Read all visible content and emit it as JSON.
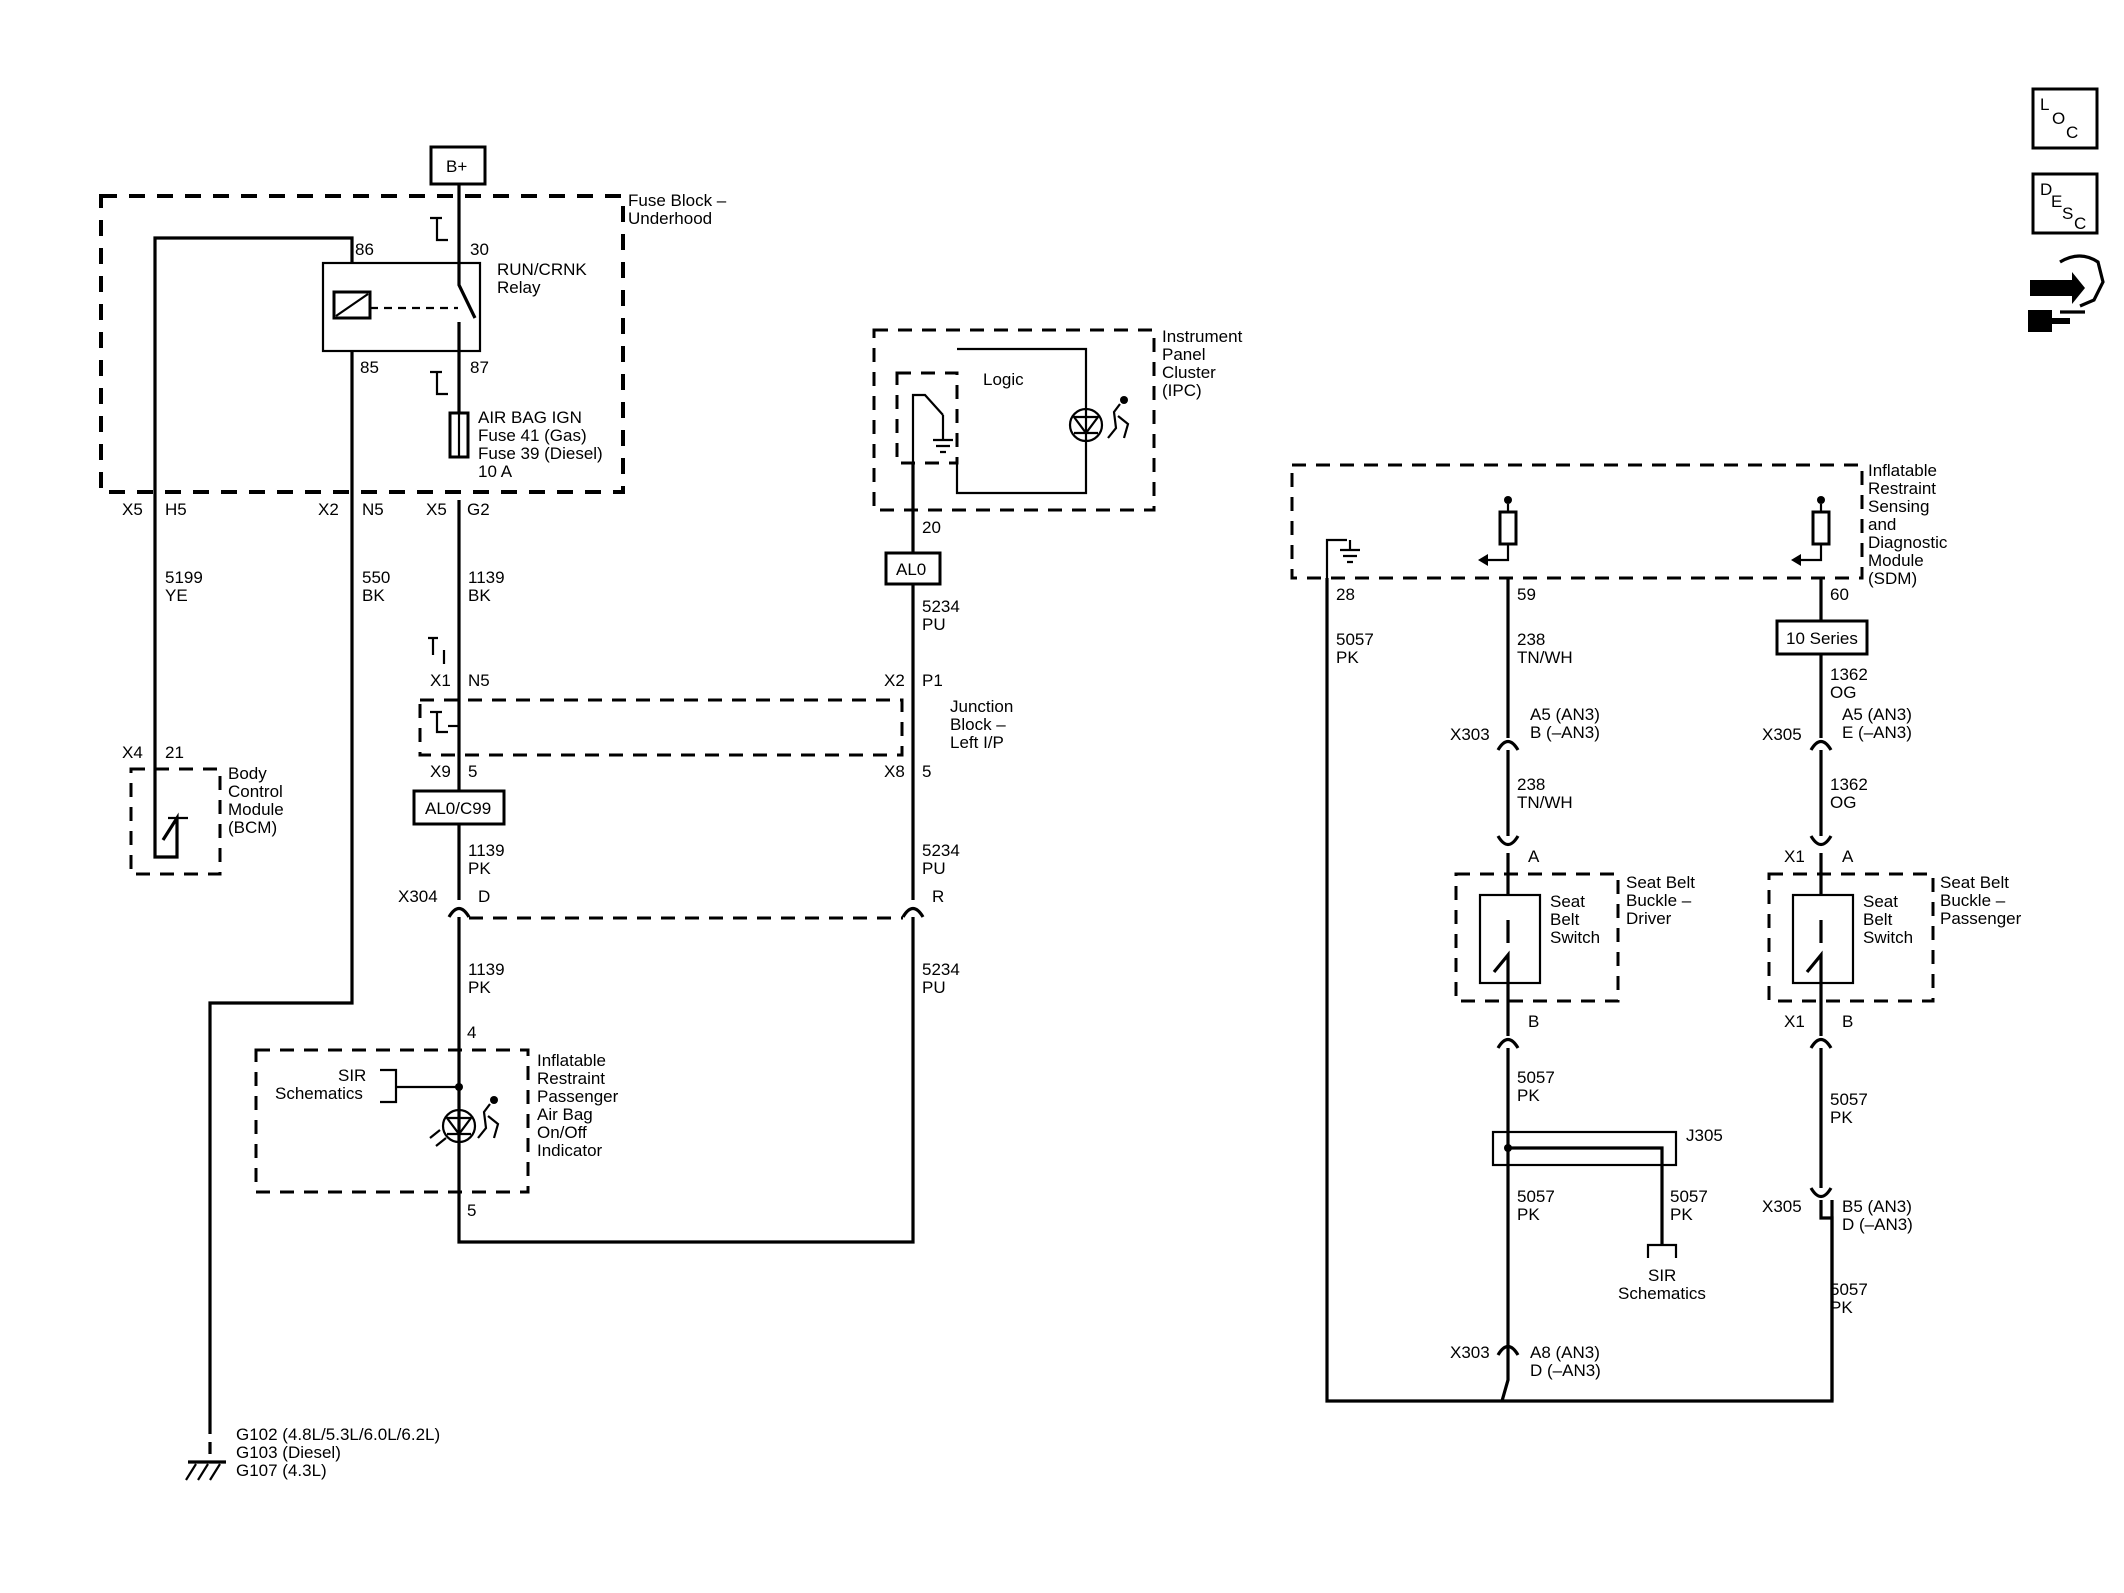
{
  "side_icons": {
    "loc": {
      "main": "L",
      "sub": "O",
      "sub2": "C"
    },
    "desc": {
      "main": "D",
      "sub": "E",
      "sub2": "S",
      "sub3": "C"
    },
    "nav": "navigation-icon"
  },
  "power": "B+",
  "fuse_block": {
    "name_l1": "Fuse Block –",
    "name_l2": "Underhood"
  },
  "relay": {
    "name_l1": "RUN/CRNK",
    "name_l2": "Relay",
    "p86": "86",
    "p85": "85",
    "p30": "30",
    "p87": "87"
  },
  "fuse": {
    "l1": "AIR BAG IGN",
    "l2": "Fuse 41 (Gas)",
    "l3": "Fuse 39 (Diesel)",
    "l4": "10 A"
  },
  "fuse_conn": {
    "x5a": "X5",
    "h5": "H5",
    "x2": "X2",
    "n5": "N5",
    "x5b": "X5",
    "g2": "G2"
  },
  "wires": {
    "w5199": "5199",
    "ye": "YE",
    "w550": "550",
    "bk": "BK",
    "w1139a": "1139",
    "bka": "BK",
    "w1139b": "1139",
    "pkb": "PK",
    "w1139c": "1139",
    "pkc": "PK",
    "w5234a": "5234",
    "pua": "PU",
    "w5234b": "5234",
    "pub": "PU",
    "w5234c": "5234",
    "puc": "PU",
    "w5057a": "5057",
    "pk_a": "PK",
    "w238a": "238",
    "tnwh_a": "TN/WH",
    "w238b": "238",
    "tnwh_b": "TN/WH",
    "w5057b": "5057",
    "pk_b": "PK",
    "w5057c": "5057",
    "pk_c": "PK",
    "w5057d": "5057",
    "pk_d": "PK",
    "w1362a": "1362",
    "og_a": "OG",
    "w1362b": "1362",
    "og_b": "OG",
    "w5057e": "5057",
    "pk_e": "PK",
    "w5057f": "5057",
    "pk_f": "PK"
  },
  "bcm": {
    "x4": "X4",
    "p21": "21",
    "l1": "Body",
    "l2": "Control",
    "l3": "Module",
    "l4": "(BCM)"
  },
  "junction": {
    "x1": "X1",
    "n5": "N5",
    "x2": "X2",
    "p1": "P1",
    "x9": "X9",
    "p5a": "5",
    "x8": "X8",
    "p5b": "5",
    "l1": "Junction",
    "l2": "Block –",
    "l3": "Left I/P"
  },
  "option_al0_c99": "AL0/C99",
  "option_al0": "AL0",
  "ipc": {
    "logic": "Logic",
    "p20": "20",
    "l1": "Instrument",
    "l2": "Panel",
    "l3": "Cluster",
    "l4": "(IPC)"
  },
  "x304": {
    "name": "X304",
    "d": "D",
    "r": "R"
  },
  "indicator": {
    "p4": "4",
    "p5": "5",
    "sir1": "SIR",
    "sir2": "Schematics",
    "l1": "Inflatable",
    "l2": "Restraint",
    "l3": "Passenger",
    "l4": "Air Bag",
    "l5": "On/Off",
    "l6": "Indicator"
  },
  "ground": {
    "l1": "G102 (4.8L/5.3L/6.0L/6.2L)",
    "l2": "G103 (Diesel)",
    "l3": "G107 (4.3L)"
  },
  "sdm": {
    "l1": "Inflatable",
    "l2": "Restraint",
    "l3": "Sensing",
    "l4": "and",
    "l5": "Diagnostic",
    "l6": "Module",
    "l7": "(SDM)",
    "p28": "28",
    "p59": "59",
    "p60": "60"
  },
  "option_10series": "10 Series",
  "x303a": {
    "name": "X303",
    "l1": "A5 (AN3)",
    "l2": "B (–AN3)"
  },
  "x305a": {
    "name": "X305",
    "l1": "A5 (AN3)",
    "l2": "E (–AN3)"
  },
  "driver_buckle": {
    "pa": "A",
    "pb": "B",
    "sw1": "Seat",
    "sw2": "Belt",
    "sw3": "Switch",
    "l1": "Seat Belt",
    "l2": "Buckle –",
    "l3": "Driver"
  },
  "pass_buckle": {
    "x1a": "X1",
    "pa": "A",
    "x1b": "X1",
    "pb": "B",
    "sw1": "Seat",
    "sw2": "Belt",
    "sw3": "Switch",
    "l1": "Seat Belt",
    "l2": "Buckle –",
    "l3": "Passenger"
  },
  "j305": {
    "name": "J305",
    "sir1": "SIR",
    "sir2": "Schematics"
  },
  "x305b": {
    "name": "X305",
    "l1": "B5 (AN3)",
    "l2": "D (–AN3)"
  },
  "x303b": {
    "name": "X303",
    "l1": "A8 (AN3)",
    "l2": "D (–AN3)"
  }
}
